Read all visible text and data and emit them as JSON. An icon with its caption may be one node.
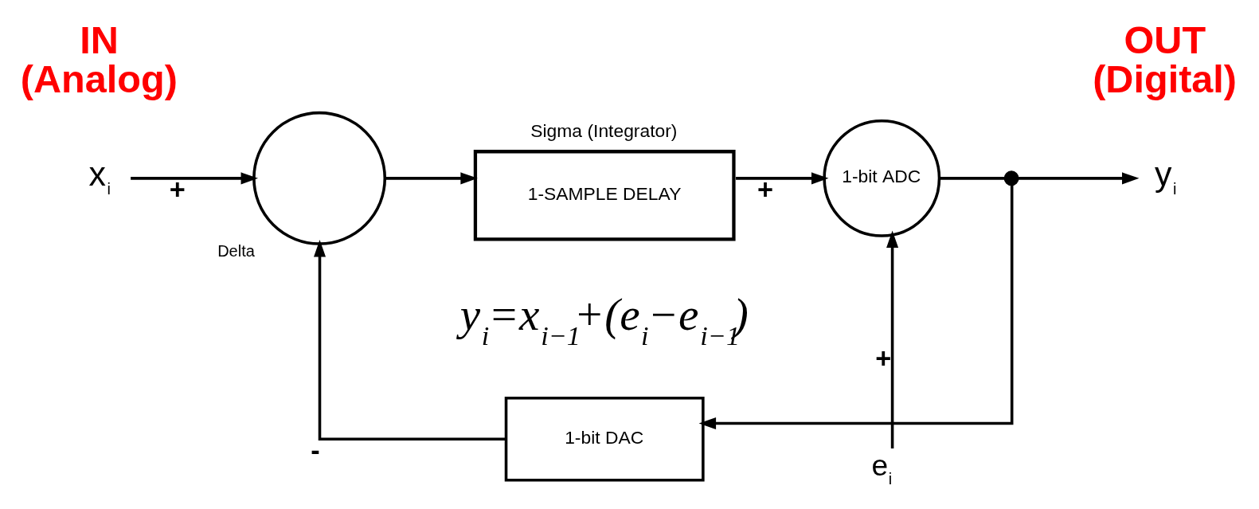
{
  "diagram": {
    "nodes": [
      {
        "text": [
          "x$_{i}$"
        ]
      },
      {
        "text": [
          "Delta"
        ]
      },
      {
        "text": [
          "Sigma (Integrator)",
          "1-SAMPLE DELAY"
        ]
      },
      {
        "text": [
          "1-bit ADC"
        ]
      },
      {
        "text": [
          "e$_{i}$"
        ]
      },
      {
        "text": [],
        "shape": "circle"
      },
      {
        "text": [
          "y$_{i}$"
        ]
      },
      {
        "text": [
          "1-bit DAC"
        ]
      }
    ],
    "edges": [
      {
        "from": 0,
        "to": 1,
        "arrow": "to",
        "label": "+"
      },
      {
        "from": 1,
        "to": 2,
        "arrow": "to"
      },
      {
        "from": 2,
        "to": 3,
        "arrow": "to",
        "label": "+"
      },
      {
        "from": 4,
        "to": 3,
        "arrow": "to",
        "label": "+"
      },
      {
        "from": 3,
        "to": 5,
        "arrow": "none"
      },
      {
        "from": 5,
        "to": 6,
        "arrow": "to"
      },
      {
        "from": 5,
        "to": 7,
        "arrow": "to"
      },
      {
        "from": 7,
        "to": 1,
        "arrow": "to",
        "label": "-"
      }
    ],
    "labels": [
      "IN (Analog)",
      "OUT (Digital)",
      "y$_{i}$=x$_{i−1}$+(e$_{i}$−e$_{i−1}$)"
    ]
  }
}
